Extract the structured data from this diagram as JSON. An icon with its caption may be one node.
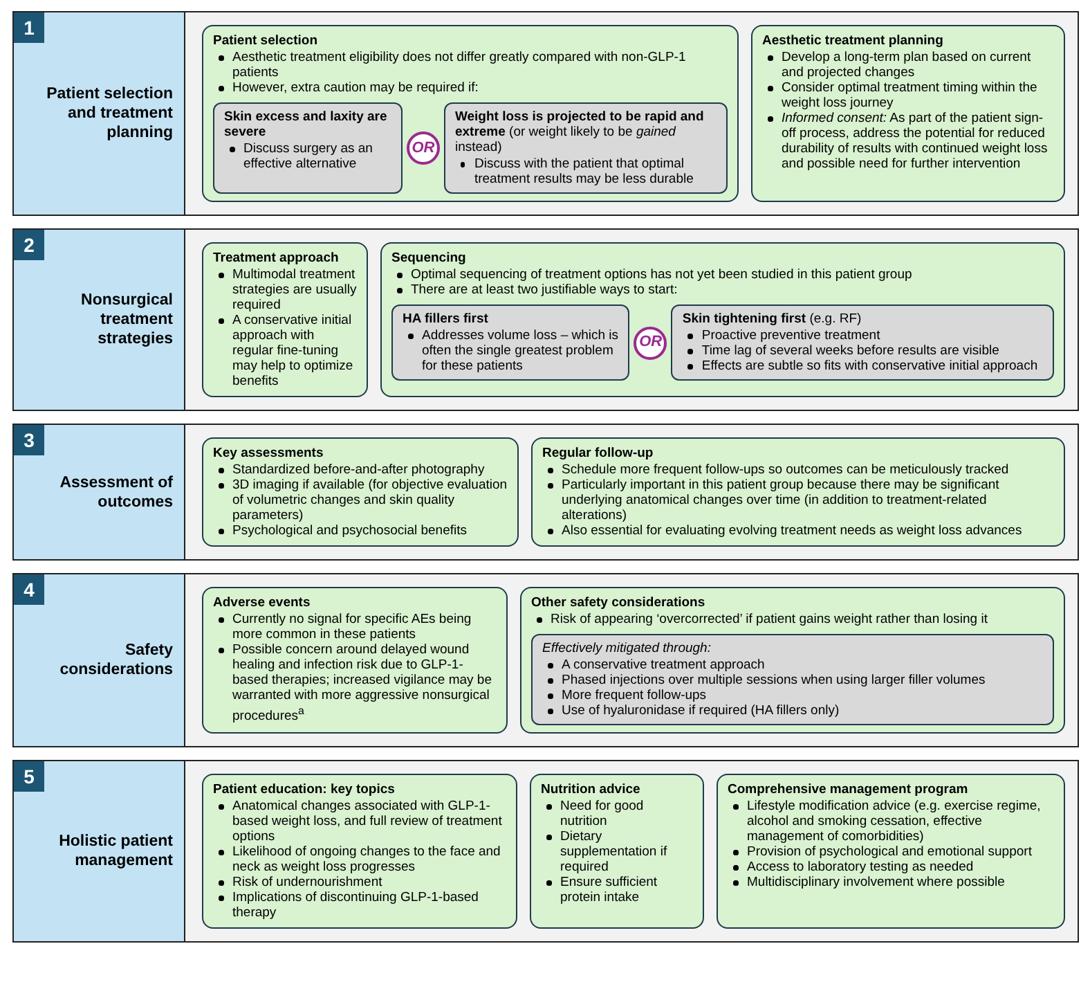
{
  "diagram": {
    "nodes": [
      {
        "text": [
          "1",
          "Patient selection and treatment planning"
        ]
      },
      {
        "text": [
          "Patient selection",
          "Aesthetic treatment eligibility does not differ greatly compared with non-GLP-1 patients",
          "However, extra caution may be required if:"
        ],
        "in": 0
      },
      {
        "text": [
          "Skin excess and laxity are severe",
          "Discuss surgery as an effective alternative"
        ],
        "in": 1
      },
      {
        "text": [
          "OR"
        ],
        "in": 1
      },
      {
        "text": [
          "**Weight loss is projected to be rapid and extreme** (or weight likely to be *gained* instead)",
          "Discuss with the patient that optimal treatment results may be less durable"
        ],
        "in": 1
      },
      {
        "text": [
          "Aesthetic treatment planning",
          "Develop a long-term plan based on current and projected changes",
          "Consider optimal treatment timing within the weight loss journey",
          "*Informed consent:* As part of the patient sign-off process, address the potential for reduced durability of results with continued weight loss and possible need for further intervention"
        ],
        "in": 0
      },
      {
        "text": [
          "2",
          "Nonsurgical treatment strategies"
        ]
      },
      {
        "text": [
          "Treatment approach",
          "Multimodal treatment strategies are usually required",
          "A conservative initial approach with regular fine-tuning may help to optimize benefits"
        ],
        "in": 6
      },
      {
        "text": [
          "Sequencing",
          "Optimal sequencing of treatment options has not yet been studied in this patient group",
          "There are at least two justifiable ways to start:"
        ],
        "in": 6
      },
      {
        "text": [
          "HA fillers first",
          "Addresses volume loss – which is often the single greatest problem for these patients"
        ],
        "in": 8
      },
      {
        "text": [
          "OR"
        ],
        "in": 8
      },
      {
        "text": [
          "**Skin tightening first** (e.g. RF)",
          "Proactive preventive treatment",
          "Time lag of several weeks before results are visible",
          "Effects are subtle so fits with conservative initial approach"
        ],
        "in": 8
      },
      {
        "text": [
          "3",
          "Assessment of outcomes"
        ]
      },
      {
        "text": [
          "Key assessments",
          "Standardized before-and-after photography",
          "3D imaging if available (for objective evaluation of volumetric changes and skin quality parameters)",
          "Psychological and psychosocial benefits"
        ],
        "in": 12
      },
      {
        "text": [
          "Regular follow-up",
          "Schedule more frequent follow-ups so outcomes can be meticulously tracked",
          "Particularly important in this patient group because there may be significant underlying anatomical changes over time (in addition to treatment-related alterations)",
          "Also essential for evaluating evolving treatment needs as weight loss advances"
        ],
        "in": 12
      },
      {
        "text": [
          "4",
          "Safety considerations"
        ]
      },
      {
        "text": [
          "Adverse events",
          "Currently no signal for specific AEs being more common in these patients",
          "Possible concern around delayed wound healing and infection risk due to GLP-1-based therapies; increased vigilance may be warranted with more aggressive nonsurgical procedures$^{a}$"
        ],
        "in": 15
      },
      {
        "text": [
          "Other safety considerations",
          "Risk of appearing ‘overcorrected’ if patient gains weight rather than losing it"
        ],
        "in": 15
      },
      {
        "text": [
          "Effectively mitigated through:",
          "A conservative treatment approach",
          "Phased injections over multiple sessions when using larger filler volumes",
          "More frequent follow-ups",
          "Use of hyaluronidase if required (HA fillers only)"
        ],
        "in": 17
      },
      {
        "text": [
          "5",
          "Holistic patient management"
        ]
      },
      {
        "text": [
          "Patient education: key topics",
          "Anatomical changes associated with GLP-1-based weight loss, and full review of treatment options",
          "Likelihood of ongoing changes to the face and neck as weight loss progresses",
          "Risk of undernourishment",
          "Implications of discontinuing GLP-1-based therapy"
        ],
        "in": 19
      },
      {
        "text": [
          "Nutrition advice",
          "Need for good nutrition",
          "Dietary supplementation if required",
          "Ensure sufficient protein intake"
        ],
        "in": 19
      },
      {
        "text": [
          "Comprehensive management program",
          "Lifestyle modification advice (e.g. exercise regime, alcohol and smoking cessation, effective management of comorbidities)",
          "Provision of psychological and emotional support",
          "Access to laboratory testing as needed",
          "Multidisciplinary involvement where possible"
        ],
        "in": 19
      }
    ]
  }
}
